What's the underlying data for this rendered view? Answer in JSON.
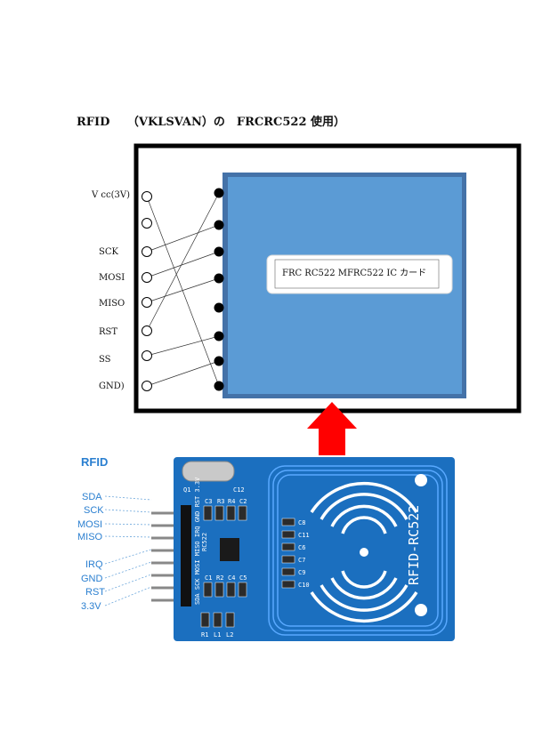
{
  "title": "RFID　　（VKLSVAN）の　FRCRC522 使用）",
  "pins_left": [
    "V cc(3V)",
    "",
    "SCK",
    "MOSI",
    "MISO",
    "RST",
    "SS",
    "GND)"
  ],
  "card_label": "FRC RC522 MFRC522 IC カード",
  "photo": {
    "heading": "RFID",
    "pin_labels": [
      "SDA",
      "SCK",
      "MOSI",
      "MISO",
      "IRQ",
      "GND",
      "RST",
      "3.3V"
    ],
    "board_text": "RFID-RC522",
    "silk": {
      "q1": "Q1",
      "c12": "C12",
      "c3": "C3",
      "r3": "R3",
      "r4": "R4",
      "c2": "C2",
      "chip": "RC522",
      "c1": "C1",
      "r2": "R2",
      "c4": "C4",
      "c5": "C5",
      "c_right": [
        "C8",
        "C11",
        "C6",
        "C7",
        "C9",
        "C10"
      ],
      "bottom": [
        "R1",
        "L1",
        "L2"
      ],
      "pins": "SDA SCK MOSI MISO IRQ GND RST 3.3V"
    }
  },
  "colors": {
    "pcb": "#1b6fbf",
    "card": "#5b9bd5",
    "arrow": "#ff0000",
    "label": "#2a7fd0"
  }
}
